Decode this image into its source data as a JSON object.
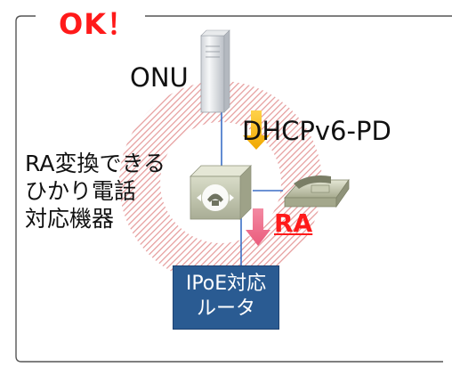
{
  "status": {
    "ok_label": "OK！"
  },
  "devices": {
    "onu_label": "ONU",
    "adapter_lines": [
      "RA変換できる",
      "ひかり電話",
      "対応機器"
    ],
    "router_lines": [
      "IPoE対応",
      "ルータ"
    ]
  },
  "flows": {
    "dhcp_label": "DHCPv6-PD",
    "ra_label": "RA"
  },
  "colors": {
    "ok_red": "#ff1a1a",
    "ra_red": "#ff1a1a",
    "router_blue": "#2a5b92",
    "link_blue": "#3b6fc6",
    "arrow_yellow": "#f5b400",
    "arrow_pink": "#f06e8a",
    "hatch_red": "#e8a0a0",
    "frame_gray": "#555555"
  },
  "icons": {
    "onu": "server-tower-icon",
    "adapter": "phone-adapter-icon",
    "phone": "desk-telephone-icon"
  }
}
